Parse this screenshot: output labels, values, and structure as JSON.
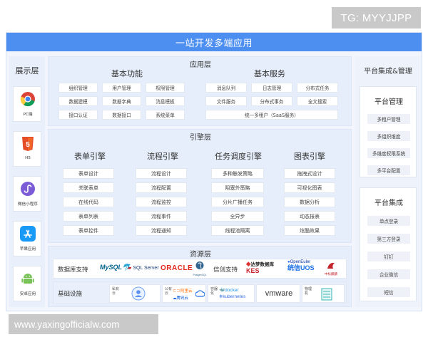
{
  "watermark_top": "TG: MYYJJPP",
  "watermark_bottom": "www.yaxingofficialw.com",
  "title": "一站开发多端应用",
  "left": {
    "title": "展示层",
    "clients": [
      {
        "label": "PC端",
        "icon": "chrome-icon"
      },
      {
        "label": "H5",
        "icon": "html5-icon"
      },
      {
        "label": "微信小程序",
        "icon": "mini-program-icon"
      },
      {
        "label": "苹果应用",
        "icon": "app-store-icon"
      },
      {
        "label": "安卓应用",
        "icon": "android-icon"
      }
    ]
  },
  "app_layer": {
    "label": "应用层",
    "basic": {
      "title": "基本功能",
      "items": [
        "组织管理",
        "用户管理",
        "权限管理",
        "数据建模",
        "数据字典",
        "消息模板",
        "接口认证",
        "数据接口",
        "系统菜单"
      ]
    },
    "services": {
      "title": "基本服务",
      "items": [
        "消息队列",
        "日志管理",
        "分布式任务",
        "文件服务",
        "分布式事务",
        "全文搜索"
      ],
      "wide": "统一多租户（SaaS服务）"
    }
  },
  "engine_layer": {
    "label": "引擎层",
    "groups": [
      {
        "title": "表单引擎",
        "items": [
          "表单设计",
          "关联表单",
          "在线代码",
          "表单列表",
          "表单控件"
        ]
      },
      {
        "title": "流程引擎",
        "items": [
          "流程设计",
          "流程配置",
          "流程监控",
          "流程事件",
          "流程通知"
        ]
      },
      {
        "title": "任务调度引擎",
        "items": [
          "多种触发策略",
          "阻塞外策略",
          "分片广播任务",
          "全异步",
          "线程池隔离"
        ]
      },
      {
        "title": "图表引擎",
        "items": [
          "拖拽式设计",
          "可视化图表",
          "数据分析",
          "动态报表",
          "炫酷效果"
        ]
      }
    ]
  },
  "resource_layer": {
    "label": "资源层",
    "database_label": "数据库支持",
    "databases": [
      "MySQL",
      "SQL Server",
      "ORACLE",
      "PostgreSQL"
    ],
    "xinchuang_label": "信创支持",
    "xinchuang": [
      "达梦数据库",
      "KES",
      "OpenEuler",
      "统信UOS",
      "中标麒麟"
    ],
    "infra_label": "基础设施",
    "infra": [
      {
        "caption": "私有云"
      },
      {
        "caption": "公有云",
        "logos": [
          "阿里云",
          "腾讯云"
        ]
      },
      {
        "caption": "容器化",
        "logos": [
          "docker",
          "kubernetes"
        ]
      },
      {
        "caption": "",
        "logos": [
          "vmware"
        ]
      },
      {
        "caption": "物理机"
      }
    ]
  },
  "right": {
    "title": "平台集成&管理",
    "management": {
      "title": "平台管理",
      "items": [
        "多租户管理",
        "多组织维度",
        "多维度权限系统",
        "多平台配置"
      ]
    },
    "integration": {
      "title": "平台集成",
      "items": [
        "单点登录",
        "第三方登录",
        "钉钉",
        "企业微信",
        "短信"
      ]
    }
  },
  "colors": {
    "title_bar": "#4d8ff0",
    "panel": "#e6eefb",
    "oracle_red": "#e0261b",
    "mysql_blue": "#00618a"
  }
}
